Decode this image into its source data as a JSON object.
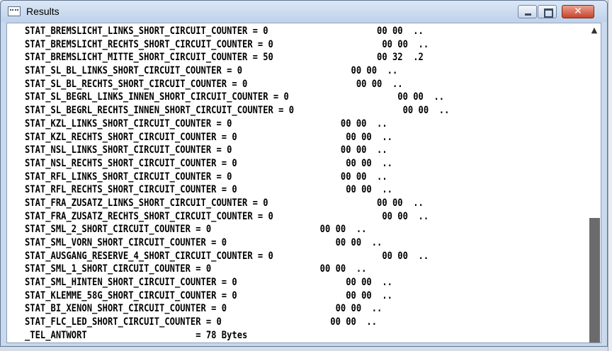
{
  "window": {
    "title": "Results",
    "icon": "console-icon",
    "controls": {
      "minimize_icon": "minimize-icon",
      "maximize_icon": "maximize-icon",
      "close_icon": "close-icon",
      "close_glyph": "✕"
    }
  },
  "results": {
    "lines": [
      "STAT_BREMSLICHT_LINKS_SHORT_CIRCUIT_COUNTER = 0                     00 00  ..",
      "STAT_BREMSLICHT_RECHTS_SHORT_CIRCUIT_COUNTER = 0                     00 00  ..",
      "STAT_BREMSLICHT_MITTE_SHORT_CIRCUIT_COUNTER = 50                    00 32  .2",
      "STAT_SL_BL_LINKS_SHORT_CIRCUIT_COUNTER = 0                     00 00  ..",
      "STAT_SL_BL_RECHTS_SHORT_CIRCUIT_COUNTER = 0                     00 00  ..",
      "STAT_SL_BEGRL_LINKS_INNEN_SHORT_CIRCUIT_COUNTER = 0                     00 00  ..",
      "STAT_SL_BEGRL_RECHTS_INNEN_SHORT_CIRCUIT_COUNTER = 0                     00 00  ..",
      "STAT_KZL_LINKS_SHORT_CIRCUIT_COUNTER = 0                     00 00  ..",
      "STAT_KZL_RECHTS_SHORT_CIRCUIT_COUNTER = 0                     00 00  ..",
      "STAT_NSL_LINKS_SHORT_CIRCUIT_COUNTER = 0                     00 00  ..",
      "STAT_NSL_RECHTS_SHORT_CIRCUIT_COUNTER = 0                     00 00  ..",
      "STAT_RFL_LINKS_SHORT_CIRCUIT_COUNTER = 0                     00 00  ..",
      "STAT_RFL_RECHTS_SHORT_CIRCUIT_COUNTER = 0                     00 00  ..",
      "STAT_FRA_ZUSATZ_LINKS_SHORT_CIRCUIT_COUNTER = 0                     00 00  ..",
      "STAT_FRA_ZUSATZ_RECHTS_SHORT_CIRCUIT_COUNTER = 0                     00 00  ..",
      "STAT_SML_2_SHORT_CIRCUIT_COUNTER = 0                     00 00  ..",
      "STAT_SML_VORN_SHORT_CIRCUIT_COUNTER = 0                     00 00  ..",
      "STAT_AUSGANG_RESERVE_4_SHORT_CIRCUIT_COUNTER = 0                     00 00  ..",
      "STAT_SML_1_SHORT_CIRCUIT_COUNTER = 0                     00 00  ..",
      "STAT_SML_HINTEN_SHORT_CIRCUIT_COUNTER = 0                     00 00  ..",
      "STAT_KLEMME_58G_SHORT_CIRCUIT_COUNTER = 0                     00 00  ..",
      "STAT_BI_XENON_SHORT_CIRCUIT_COUNTER = 0                     00 00  ..",
      "STAT_FLC_LED_SHORT_CIRCUIT_COUNTER = 0                     00 00  ..",
      "_TEL_ANTWORT                     = 78 Bytes"
    ]
  },
  "scrollbar": {
    "up_icon": "scroll-up-arrow-icon",
    "up_glyph": "▲",
    "position_fraction": 0.61
  },
  "colors": {
    "titlebar": "#c9d9ee",
    "close_button": "#c8452a",
    "text": "#000000",
    "thumb": "#6b6b6b"
  }
}
